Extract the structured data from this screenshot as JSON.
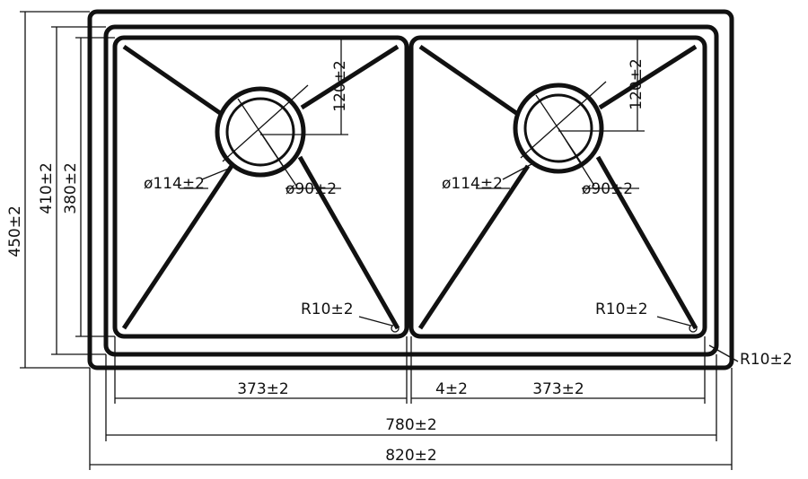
{
  "dimensions": {
    "overall_height": "450±2",
    "inner_height": "410±2",
    "bowl_height": "380±2",
    "left_bowl_width": "373±2",
    "divider_width": "4±2",
    "right_bowl_width": "373±2",
    "inner_width": "780±2",
    "overall_width": "820±2",
    "corner_radius_outer": "R10±2"
  },
  "left_bowl": {
    "drain_offset": "120±2",
    "outer_diameter": "ø114±2",
    "inner_diameter": "ø90±2",
    "corner_radius": "R10±2"
  },
  "right_bowl": {
    "drain_offset": "120±2",
    "outer_diameter": "ø114±2",
    "inner_diameter": "ø90±2",
    "corner_radius": "R10±2"
  },
  "colors": {
    "line": "#111111",
    "background": "#ffffff"
  }
}
